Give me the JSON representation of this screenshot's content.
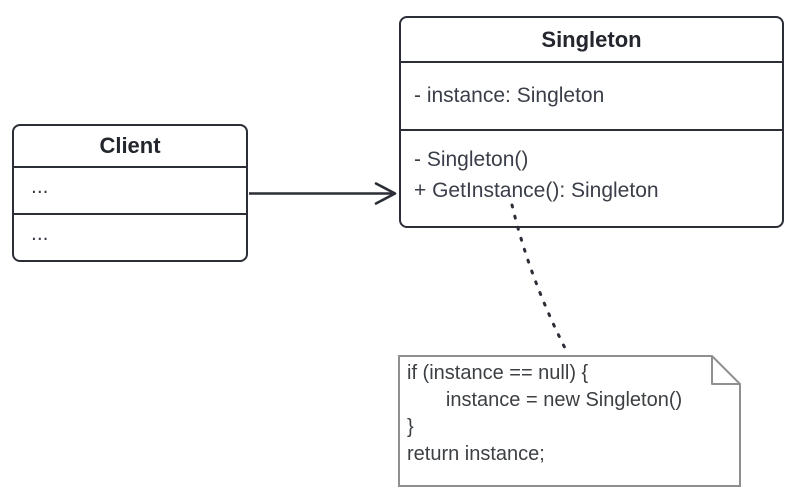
{
  "diagram": {
    "client": {
      "title": "Client",
      "attributes": [
        "..."
      ],
      "methods": [
        "..."
      ]
    },
    "singleton": {
      "title": "Singleton",
      "attributes": [
        "- instance: Singleton"
      ],
      "methods": [
        "- Singleton()",
        "+ GetInstance(): Singleton"
      ]
    },
    "note": {
      "lines": [
        "if (instance == null) {",
        "\tinstance = new Singleton()",
        "}",
        "return instance;"
      ]
    },
    "colors": {
      "class_border": "#2b2e36",
      "connector": "#2b2e36",
      "note_border": "#8f8f8f",
      "note_fill": "#ffffff",
      "text": "#3a3e48",
      "background": "#ffffff"
    }
  }
}
